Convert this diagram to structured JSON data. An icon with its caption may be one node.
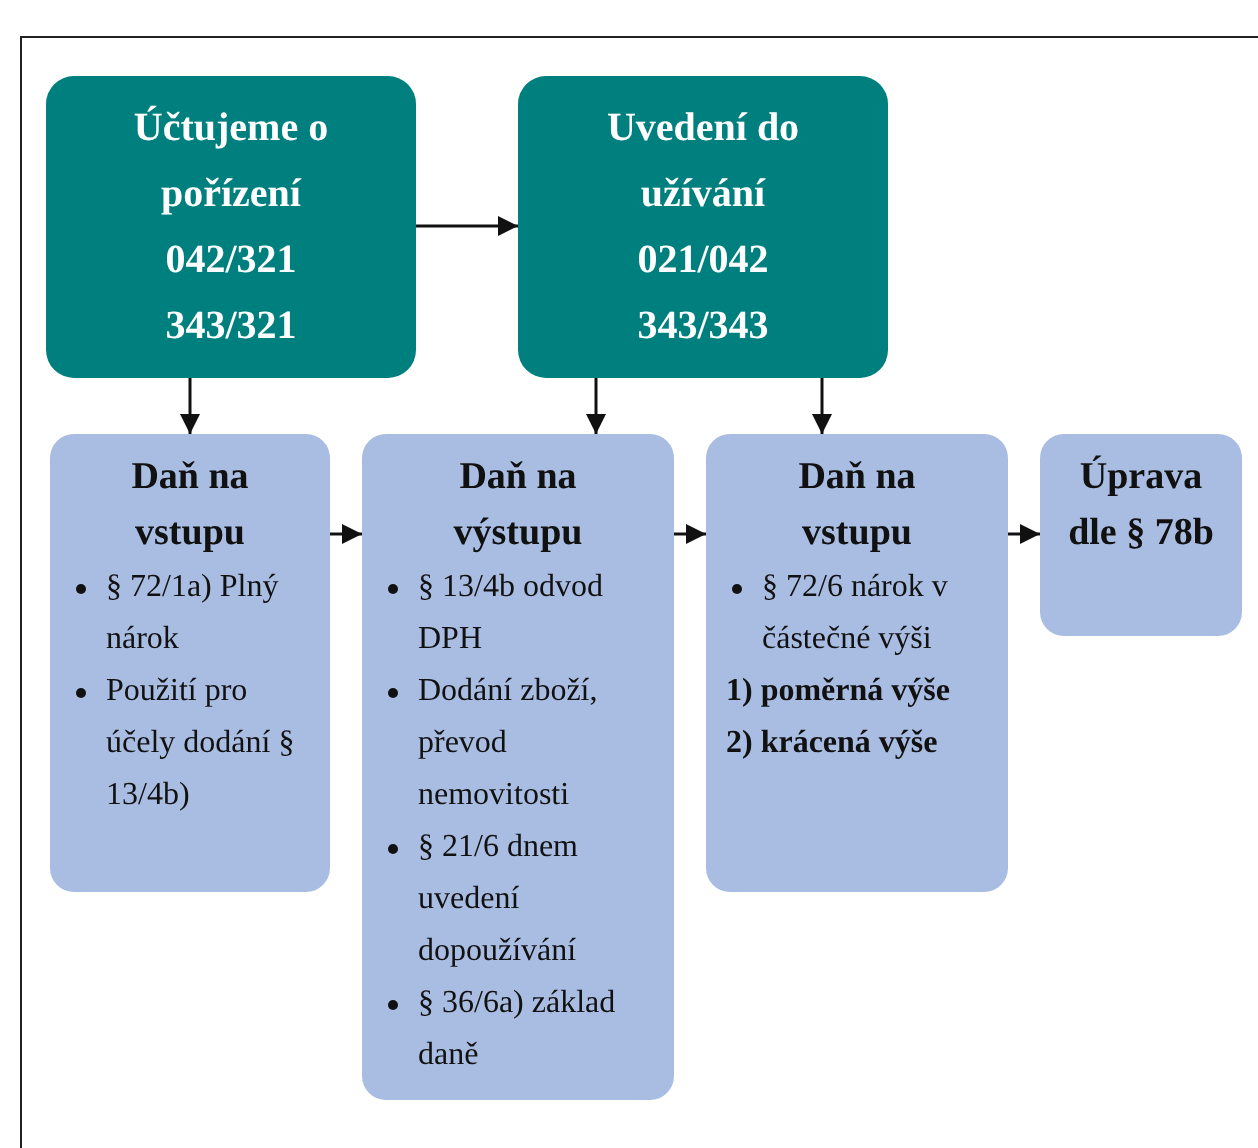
{
  "diagram": {
    "nodes": [
      {
        "text": [
          "Účtujeme o pořízení",
          "042/321 343/321"
        ]
      },
      {
        "text": [
          "Uvedení do užívání",
          "021/042 343/343"
        ]
      },
      {
        "text": [
          "Daň na vstupu",
          "§ 72/1a) Plný nárok",
          "Použití pro účely dodání § 13/4b)"
        ]
      },
      {
        "text": [
          "Daň na výstupu",
          "§ 13/4b odvod DPH",
          "Dodání zboží, převod nemovitosti",
          "§ 21/6 dnem uvedení dopoužívání",
          "§ 36/6a) základ daně"
        ]
      },
      {
        "text": [
          "Daň na vstupu",
          "§ 72/6 nárok v částečné výši",
          "1) poměrná výše",
          "2) krácená výše"
        ]
      },
      {
        "text": [
          "Úprava dle § 78b"
        ]
      }
    ],
    "edges": [
      {
        "from": 0,
        "to": 1,
        "arrow": "to"
      },
      {
        "from": 0,
        "to": 2,
        "arrow": "to"
      },
      {
        "from": 1,
        "to": 3,
        "arrow": "to"
      },
      {
        "from": 1,
        "to": 4,
        "arrow": "to"
      },
      {
        "from": 2,
        "to": 3,
        "arrow": "to"
      },
      {
        "from": 3,
        "to": 4,
        "arrow": "to"
      },
      {
        "from": 4,
        "to": 5,
        "arrow": "to"
      }
    ]
  }
}
